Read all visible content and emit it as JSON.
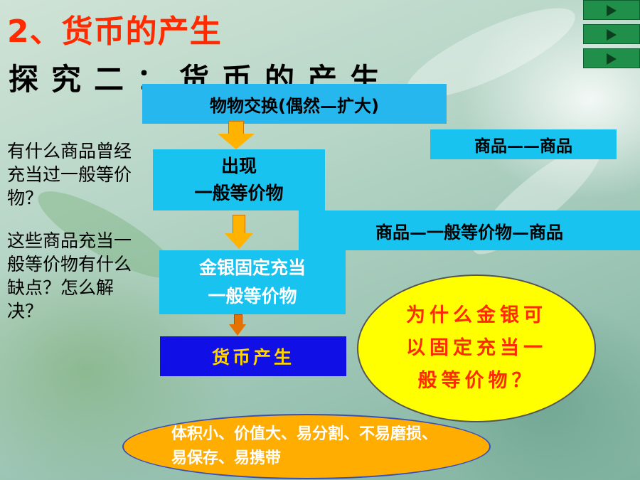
{
  "heading": {
    "title": "2、货币的产生",
    "subtitle": "探究二：货币的产生"
  },
  "nav": {
    "buttons": [
      "play-button-1",
      "play-button-2",
      "play-button-3"
    ]
  },
  "flow": {
    "step1": "物物交换(偶然—扩大)",
    "step1_note": "商品——商品",
    "step2_line1": "出现",
    "step2_line2": "一般等价物",
    "step2_note": "商品—一般等价物—商品",
    "step3_line1": "金银固定充当",
    "step3_line2": "一般等价物",
    "step4": "货币产生"
  },
  "questions": {
    "q1": "有什么商品曾经充当过一般等价物？",
    "q2": "这些商品充当一般等价物有什么缺点？怎么解决？"
  },
  "callouts": {
    "why_gold": "为什么金银可以固定充当一般等价物？",
    "gold_traits": "体积小、价值大、易分割、不易磨损、易保存、易携带"
  },
  "colors": {
    "title_red": "#ff2a00",
    "box_cyan": "#19c3f0",
    "box_blue": "#1010e6",
    "arrow_orange": "#ffb300",
    "step3_text": "#ffffff",
    "step4_text": "#ffd400"
  }
}
